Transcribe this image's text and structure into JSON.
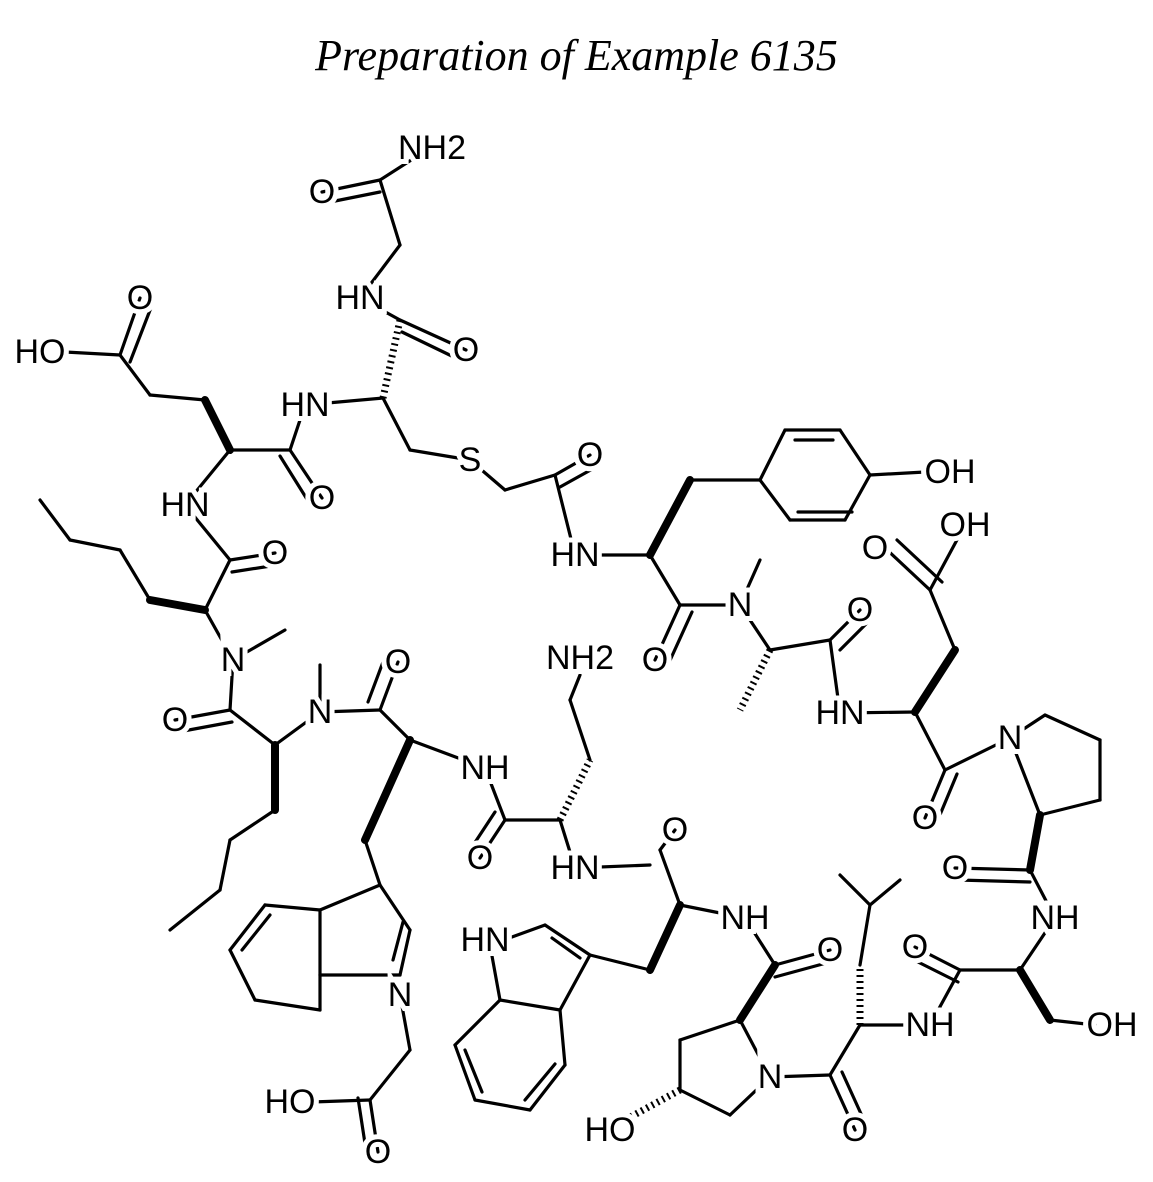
{
  "title": "Preparation of Example 6135",
  "atoms": [
    "NH2",
    "O",
    "HN",
    "O",
    "HO",
    "O",
    "HN",
    "S",
    "O",
    "OH",
    "HN",
    "O",
    "O",
    "HN",
    "O",
    "OH",
    "N",
    "N",
    "O",
    "O",
    "NH2",
    "N",
    "O",
    "O",
    "HN",
    "NH",
    "N",
    "O",
    "O",
    "HN",
    "O",
    "O",
    "NH",
    "HN",
    "NH",
    "O",
    "O",
    "N",
    "NH",
    "OH",
    "N",
    "HO",
    "O",
    "HO",
    "O"
  ]
}
